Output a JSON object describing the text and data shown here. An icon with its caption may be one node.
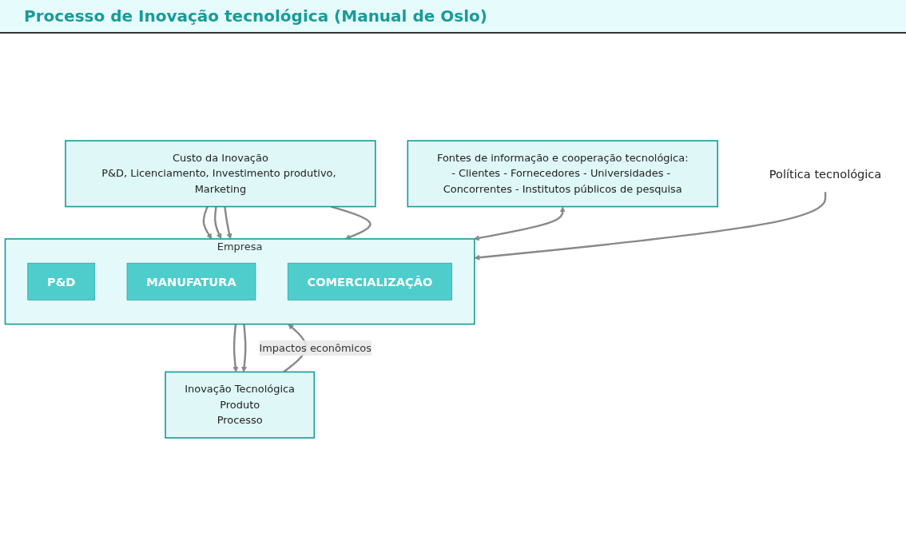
{
  "diagram": {
    "title": "Processo de Inovação tecnológica (Manual de Oslo)",
    "nodes": [
      {
        "text": [
          "Custo da Inovação",
          "P&D, Licenciamento, Investimento produtivo, Marketing"
        ]
      },
      {
        "text": [
          "Fontes de informação e cooperação tecnológica:",
          "- Clientes - Fornecedores - Universidades - Concorrentes - Institutos públicos de pesquisa"
        ]
      },
      {
        "text": [
          "Empresa"
        ]
      },
      {
        "text": [
          "P&D"
        ],
        "in": 2
      },
      {
        "text": [
          "MANUFATURA"
        ],
        "in": 2
      },
      {
        "text": [
          "COMERCIALIZAÇÃO"
        ],
        "in": 2
      },
      {
        "text": [
          "Política tecnológica"
        ]
      },
      {
        "text": [
          "Inovação Tecnológica",
          "Produto",
          "Processo"
        ]
      }
    ],
    "edges": [
      {
        "from": 0,
        "to": 2,
        "arrow": "to"
      },
      {
        "from": 0,
        "to": 2,
        "arrow": "to"
      },
      {
        "from": 0,
        "to": 2,
        "arrow": "to"
      },
      {
        "from": 0,
        "to": 2,
        "arrow": "to"
      },
      {
        "from": 1,
        "to": 2,
        "arrow": "both"
      },
      {
        "from": 6,
        "to": 2,
        "arrow": "to"
      },
      {
        "from": 2,
        "to": 7,
        "arrow": "to"
      },
      {
        "from": 2,
        "to": 7,
        "arrow": "to"
      },
      {
        "from": 7,
        "to": 2,
        "arrow": "to",
        "label": "Impactos econômicos"
      }
    ]
  }
}
